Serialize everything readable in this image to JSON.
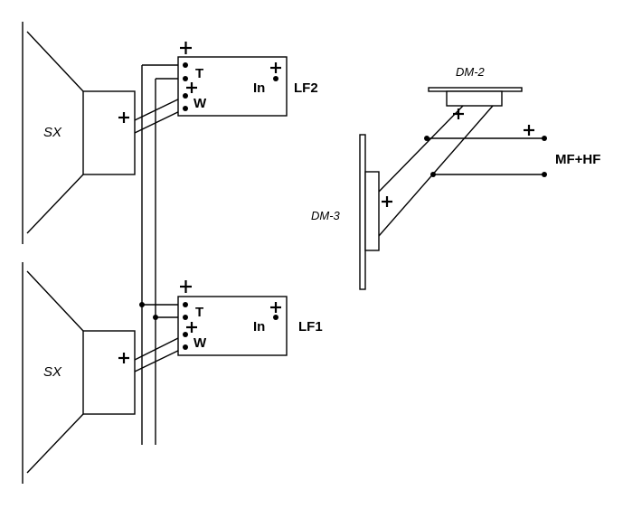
{
  "speakers": [
    {
      "label": "SX"
    },
    {
      "label": "SX"
    }
  ],
  "modules": [
    {
      "name": "LF2",
      "in_label": "In",
      "t_label": "T",
      "w_label": "W"
    },
    {
      "name": "LF1",
      "in_label": "In",
      "t_label": "T",
      "w_label": "W"
    }
  ],
  "drivers": {
    "top": "DM-2",
    "side": "DM-3"
  },
  "output_label": "MF+HF"
}
